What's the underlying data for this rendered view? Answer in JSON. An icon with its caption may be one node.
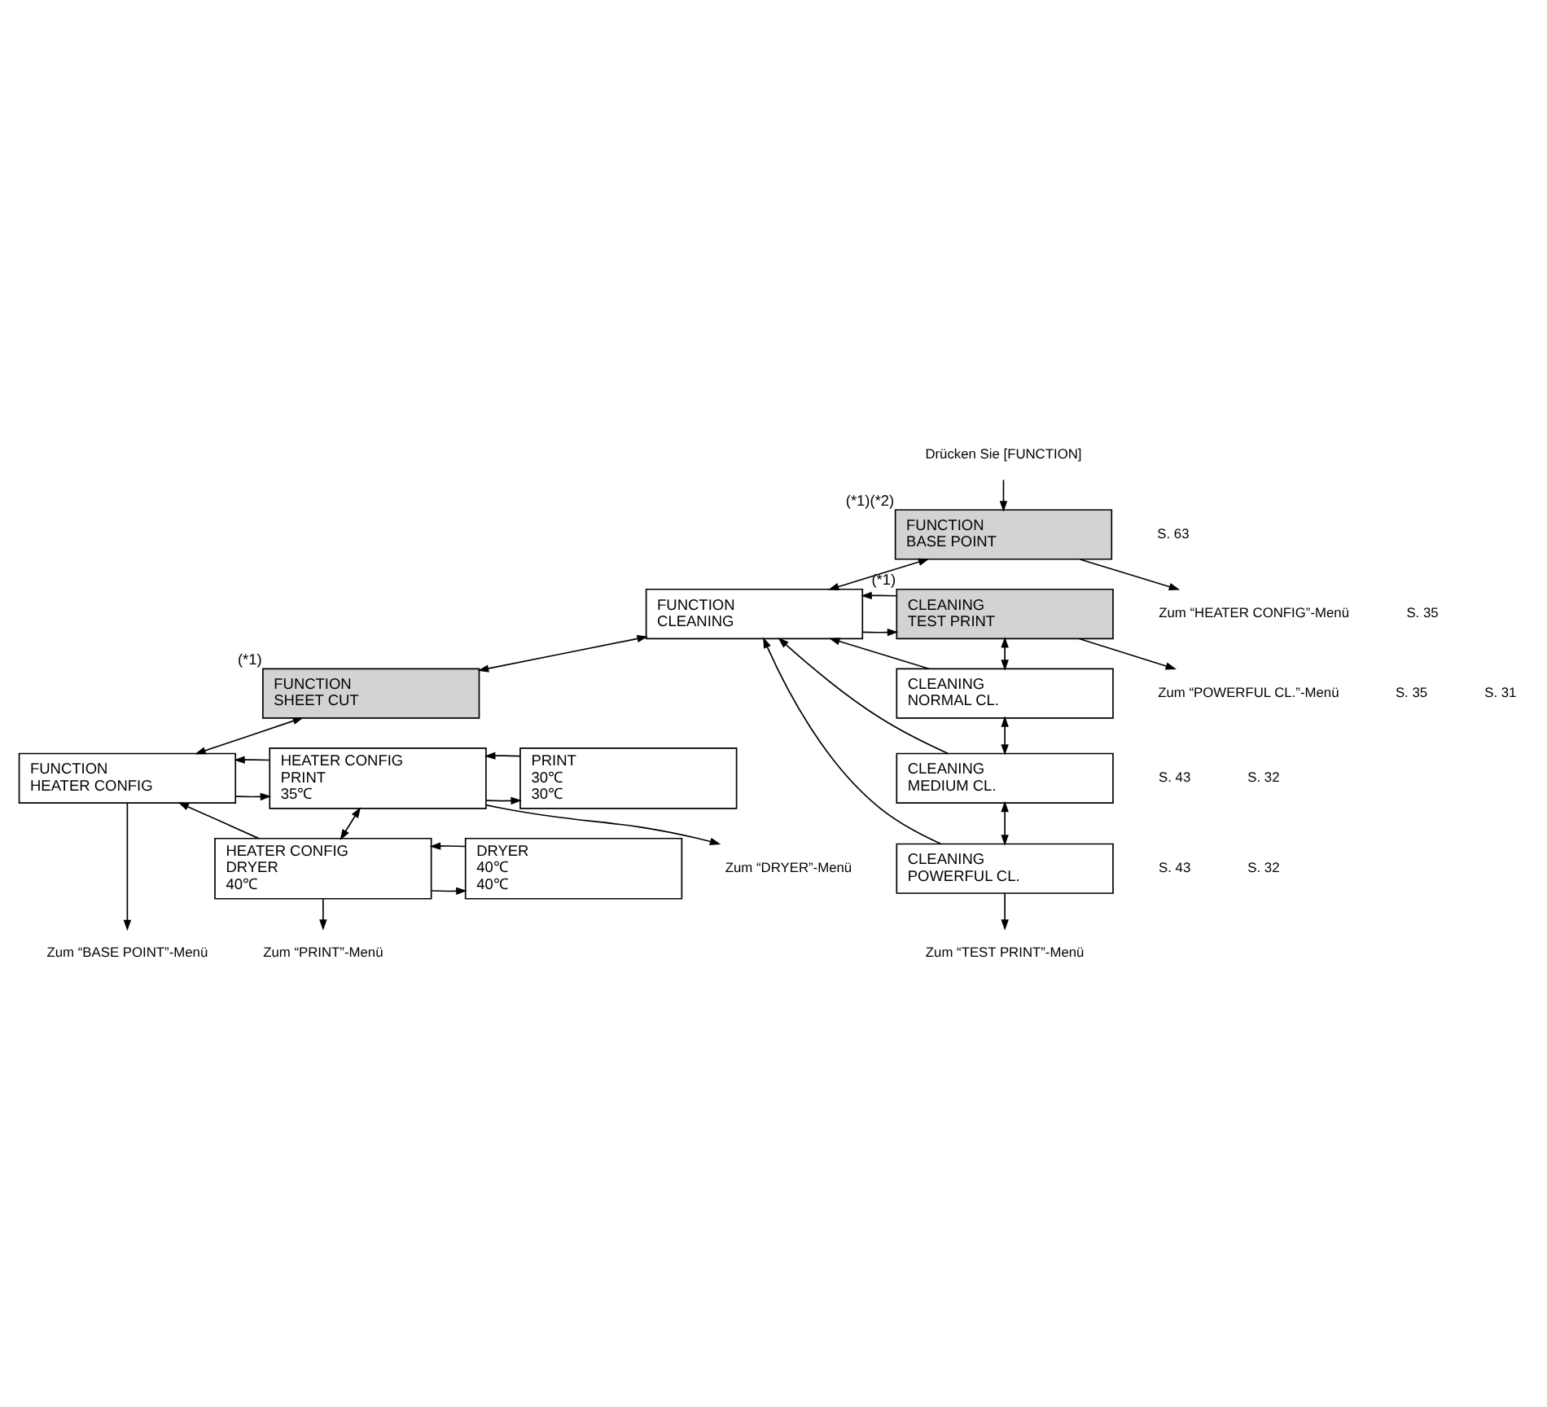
{
  "diagram": {
    "nodes": [
      {
        "text": [
          "Drücken Sie [FUNCTION]"
        ]
      },
      {
        "text": [
          "FUNCTION",
          "BASE POINT"
        ],
        "beside": [
          "(*1)(*2)"
        ]
      },
      {
        "text": [
          "FUNCTION",
          "CLEANING"
        ]
      },
      {
        "text": [
          "CLEANING",
          "TEST PRINT"
        ],
        "beside": [
          "(*1)"
        ]
      },
      {
        "text": [
          "CLEANING",
          "NORMAL CL."
        ]
      },
      {
        "text": [
          "CLEANING",
          "MEDIUM CL."
        ]
      },
      {
        "text": [
          "CLEANING",
          "POWERFUL CL."
        ]
      },
      {
        "text": [
          "FUNCTION",
          "SHEET CUT"
        ],
        "beside": [
          "(*1)"
        ]
      },
      {
        "text": [
          "FUNCTION",
          "HEATER CONFIG"
        ]
      },
      {
        "text": [
          "HEATER CONFIG",
          "PRINT",
          "35℃"
        ]
      },
      {
        "text": [
          "PRINT",
          "30℃",
          "30℃"
        ]
      },
      {
        "text": [
          "HEATER CONFIG",
          "DRYER",
          "40℃"
        ]
      },
      {
        "text": [
          "DRYER",
          "40℃",
          "40℃"
        ]
      },
      {
        "text": [
          "Zum “HEATER CONFIG”-Menü"
        ]
      },
      {
        "text": [
          "Zum “POWERFUL CL.”-Menü"
        ]
      },
      {
        "text": [
          "Zum “TEST PRINT”-Menü"
        ]
      },
      {
        "text": [
          "Zum “BASE POINT”-Menü"
        ]
      },
      {
        "text": [
          "Zum “DRYER”-Menü"
        ]
      },
      {
        "text": [
          "Zum “PRINT”-Menü"
        ]
      }
    ],
    "edges": [
      {
        "from": 0,
        "to": 1,
        "arrow": "to"
      },
      {
        "from": 1,
        "to": 13,
        "arrow": "to"
      },
      {
        "from": 1,
        "to": 2,
        "arrow": "both"
      },
      {
        "from": 2,
        "to": 3,
        "arrow": "to"
      },
      {
        "from": 3,
        "to": 2,
        "arrow": "to"
      },
      {
        "from": 4,
        "to": 2,
        "arrow": "to"
      },
      {
        "from": 5,
        "to": 2,
        "arrow": "to"
      },
      {
        "from": 6,
        "to": 2,
        "arrow": "to"
      },
      {
        "from": 3,
        "to": 14,
        "arrow": "to"
      },
      {
        "from": 3,
        "to": 4,
        "arrow": "both"
      },
      {
        "from": 4,
        "to": 5,
        "arrow": "both"
      },
      {
        "from": 5,
        "to": 6,
        "arrow": "both"
      },
      {
        "from": 6,
        "to": 15,
        "arrow": "to"
      },
      {
        "from": 2,
        "to": 7,
        "arrow": "both"
      },
      {
        "from": 7,
        "to": 8,
        "arrow": "both"
      },
      {
        "from": 8,
        "to": 9,
        "arrow": "to"
      },
      {
        "from": 9,
        "to": 8,
        "arrow": "to"
      },
      {
        "from": 11,
        "to": 8,
        "arrow": "to"
      },
      {
        "from": 9,
        "to": 17,
        "arrow": "to"
      },
      {
        "from": 9,
        "to": 10,
        "arrow": "to"
      },
      {
        "from": 10,
        "to": 9,
        "arrow": "to"
      },
      {
        "from": 9,
        "to": 11,
        "arrow": "both"
      },
      {
        "from": 11,
        "to": 12,
        "arrow": "to"
      },
      {
        "from": 12,
        "to": 11,
        "arrow": "to"
      },
      {
        "from": 11,
        "to": 18,
        "arrow": "to"
      },
      {
        "from": 8,
        "to": 16,
        "arrow": "to"
      }
    ],
    "labels": [
      "S. 63",
      "S. 35",
      "S. 35",
      "S. 43",
      "S. 43",
      "S. 31",
      "S. 32",
      "S. 32"
    ]
  }
}
